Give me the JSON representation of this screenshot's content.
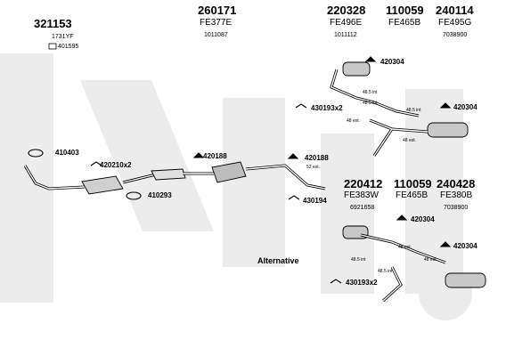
{
  "header": {
    "col1": {
      "number": "321153",
      "code": "1731YF",
      "ref": "401595"
    },
    "col2": {
      "number": "260171",
      "code": "FE377E",
      "ref": "1011087"
    },
    "col3": {
      "number": "220328",
      "code": "FE496E",
      "ref": "1011112"
    },
    "col4": {
      "number": "110059",
      "code": "FE465B"
    },
    "col5": {
      "number": "240114",
      "code": "FE495G",
      "ref": "7038900"
    }
  },
  "lower_header": {
    "col1": {
      "number": "220412",
      "code": "FE383W",
      "ref": "6921658"
    },
    "col2": {
      "number": "110059",
      "code": "FE465B"
    },
    "col3": {
      "number": "240428",
      "code": "FE380B",
      "ref": "7038900"
    }
  },
  "part_labels": {
    "p410403": "410403",
    "p420210x2": "420210x2",
    "p410293": "410293",
    "p420188a": "420188",
    "p420188b": "420188",
    "p430194": "430194",
    "p420304a": "420304",
    "p430193x2a": "430193x2",
    "p420304b": "420304",
    "p420304c": "420304",
    "p420304d": "420304",
    "p430193x2b": "430193x2"
  },
  "dimension_labels": {
    "d1": "48.5 int",
    "d2": "48.5 int",
    "d3": "48 ext.",
    "d4": "48.5 int",
    "d5": "48 ext.",
    "d6": "52 ext.",
    "d7": "48 ext.",
    "d8": "48.5 int",
    "d9": "48 ext.",
    "d10": "48.5 int"
  },
  "alternative_label": "Alternative",
  "watermark_color": "#ececec"
}
